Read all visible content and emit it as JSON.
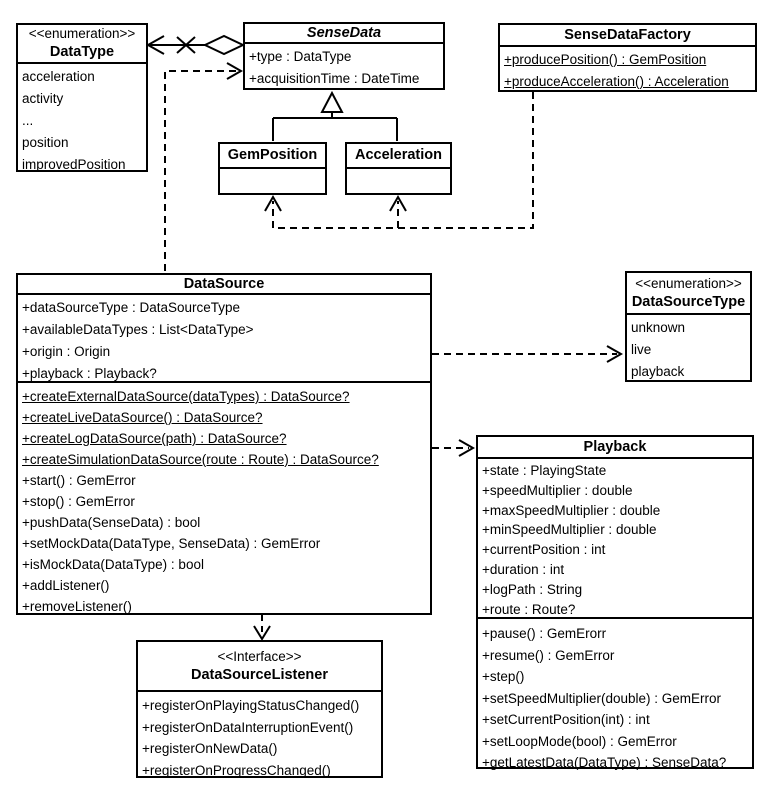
{
  "diagram_title": "DataSource UML class diagram",
  "colors": {
    "ink": "#000000",
    "background": "#ffffff"
  },
  "classes": {
    "dataType": {
      "stereotype": "<<enumeration>>",
      "name": "DataType",
      "values": [
        "acceleration",
        "activity",
        "...",
        "position",
        "improvedPosition"
      ]
    },
    "senseData": {
      "name": "SenseData",
      "attributes": [
        "+type : DataType",
        "+acquisitionTime : DateTime"
      ]
    },
    "senseDataFactory": {
      "name": "SenseDataFactory",
      "static_methods": [
        "+producePosition() : GemPosition",
        "+produceAcceleration() : Acceleration"
      ]
    },
    "gemPosition": {
      "name": "GemPosition"
    },
    "acceleration": {
      "name": "Acceleration"
    },
    "dataSource": {
      "name": "DataSource",
      "attributes": [
        "+dataSourceType : DataSourceType",
        "+availableDataTypes : List<DataType>",
        "+origin : Origin",
        "+playback : Playback?"
      ],
      "static_methods": [
        "+createExternalDataSource(dataTypes) : DataSource?",
        "+createLiveDataSource() : DataSource?",
        "+createLogDataSource(path) : DataSource?",
        "+createSimulationDataSource(route : Route) : DataSource?"
      ],
      "methods": [
        "+start() : GemError",
        "+stop() : GemError",
        "+pushData(SenseData) : bool",
        "+setMockData(DataType, SenseData) : GemError",
        "+isMockData(DataType) : bool",
        "+addListener()",
        "+removeListener()"
      ]
    },
    "dataSourceType": {
      "stereotype": "<<enumeration>>",
      "name": "DataSourceType",
      "values": [
        "unknown",
        "live",
        "playback"
      ]
    },
    "playback": {
      "name": "Playback",
      "attributes": [
        "+state : PlayingState",
        "+speedMultiplier : double",
        "+maxSpeedMultiplier : double",
        "+minSpeedMultiplier : double",
        "+currentPosition : int",
        "+duration : int",
        "+logPath : String",
        "+route : Route?"
      ],
      "methods": [
        "+pause() : GemErorr",
        "+resume() : GemError",
        "+step()",
        "+setSpeedMultiplier(double) : GemError",
        "+setCurrentPosition(int) : int",
        "+setLoopMode(bool) : GemError",
        "+getLatestData(DataType) : SenseData?"
      ]
    },
    "dataSourceListener": {
      "stereotype": "<<Interface>>",
      "name": "DataSourceListener",
      "methods": [
        "+registerOnPlayingStatusChanged()",
        "+registerOnDataInterruptionEvent()",
        "+registerOnNewData()",
        "+registerOnProgressChanged()"
      ]
    }
  }
}
